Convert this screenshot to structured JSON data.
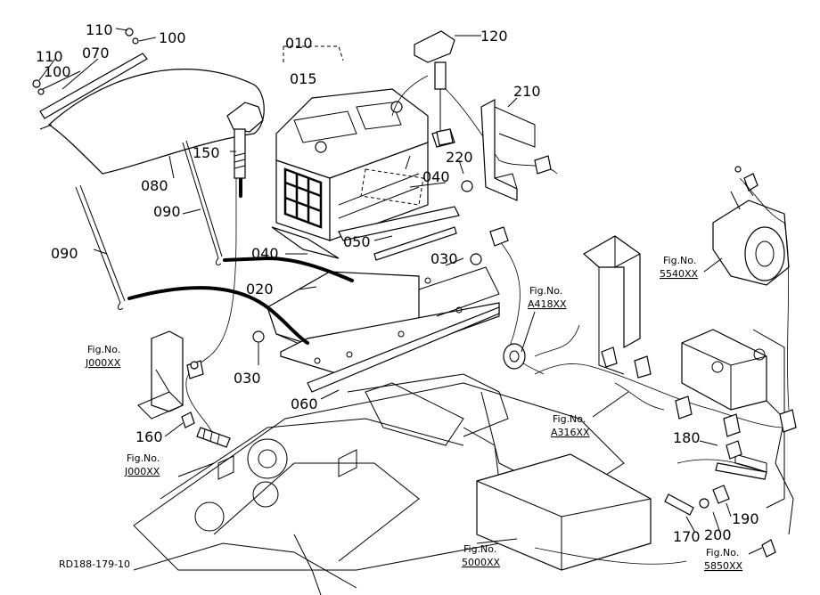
{
  "labels": {
    "p010": "010",
    "p015": "015",
    "p020": "020",
    "p030a": "030",
    "p030b": "030",
    "p040a": "040",
    "p040b": "040",
    "p050": "050",
    "p060": "060",
    "p070": "070",
    "p080": "080",
    "p090a": "090",
    "p090b": "090",
    "p100a": "100",
    "p100b": "100",
    "p110a": "110",
    "p110b": "110",
    "p120": "120",
    "p150": "150",
    "p160": "160",
    "p170": "170",
    "p180": "180",
    "p190": "190",
    "p200": "200",
    "p210": "210",
    "p220": "220"
  },
  "figure_refs": {
    "fig_word": "Fig.No.",
    "ref_5540": "5540XX",
    "ref_a418": "A418XX",
    "ref_a316": "A316XX",
    "ref_j000_top": "J000XX",
    "ref_j000_bottom": "J000XX",
    "ref_5000": "5000XX",
    "ref_5850": "5850XX"
  },
  "drawing_code": "RD188-179-10"
}
